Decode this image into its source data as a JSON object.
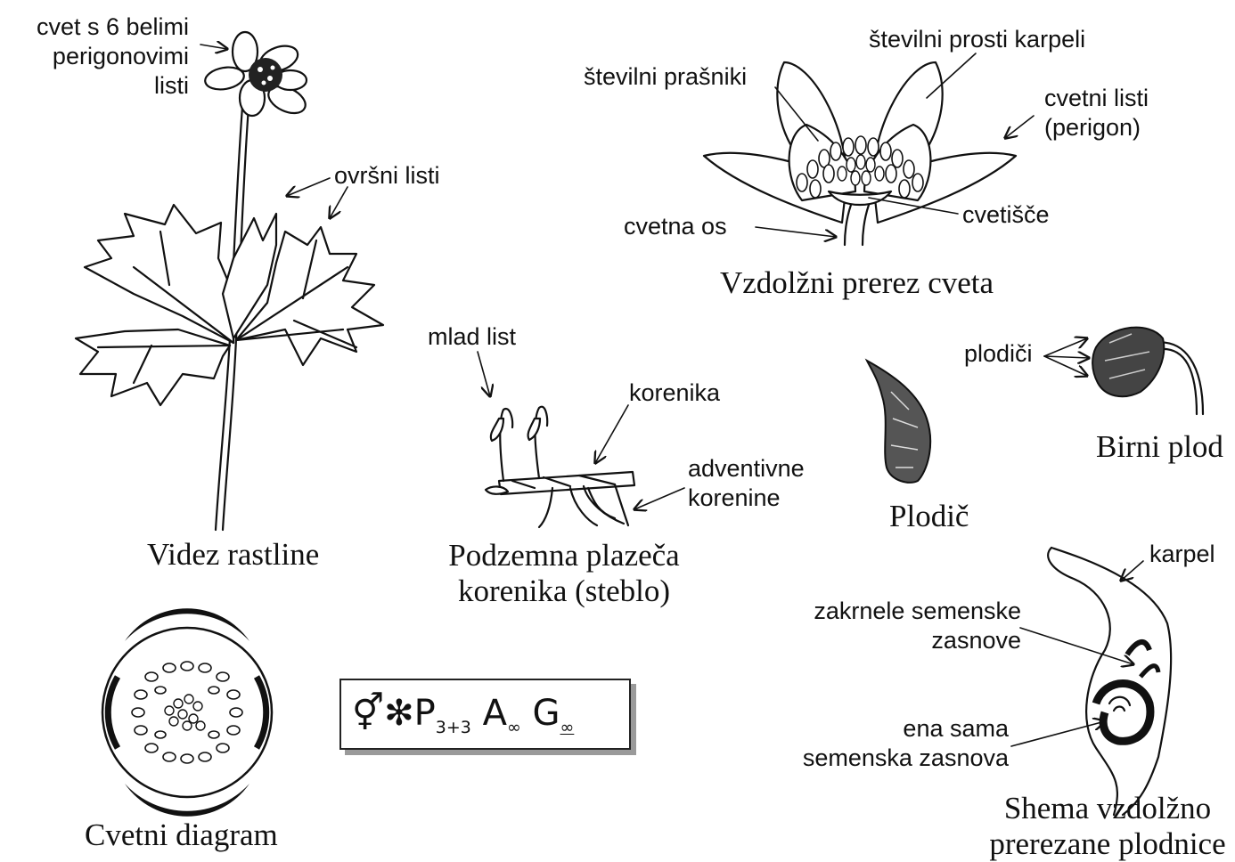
{
  "labels": {
    "cvet_6": [
      "cvet s 6 belimi",
      "perigonovimi",
      "listi"
    ],
    "ovrsni_listi": "ovršni listi",
    "stevilni_prasniki": "številni prašniki",
    "stevilni_karpeli": "številni prosti karpeli",
    "cvetni_listi": [
      "cvetni listi",
      "(perigon)"
    ],
    "cvetna_os": "cvetna os",
    "cvetisce": "cvetišče",
    "mlad_list": "mlad list",
    "korenika": "korenika",
    "adventivne": [
      "adventivne",
      "korenine"
    ],
    "plodici": "plodiči",
    "karpel": "karpel",
    "zakrnele": [
      "zakrnele semenske",
      "zasnove"
    ],
    "ena_sama": [
      "ena sama",
      "semenska zasnova"
    ]
  },
  "captions": {
    "videz": "Videz rastline",
    "vzdolzni": "Vzdolžni prerez cveta",
    "podzemna": [
      "Podzemna plazeča",
      "korenika (steblo)"
    ],
    "plodic": "Plodič",
    "birni": "Birni plod",
    "diagram": "Cvetni diagram",
    "shema": [
      "Shema vzdolžno",
      "prerezane plodnice"
    ]
  },
  "formula": {
    "symbols": "⚥✻",
    "p": "P",
    "p_sub": "3+3",
    "a": "A",
    "a_sub": "∞",
    "g": "G",
    "g_sub": "∞"
  }
}
